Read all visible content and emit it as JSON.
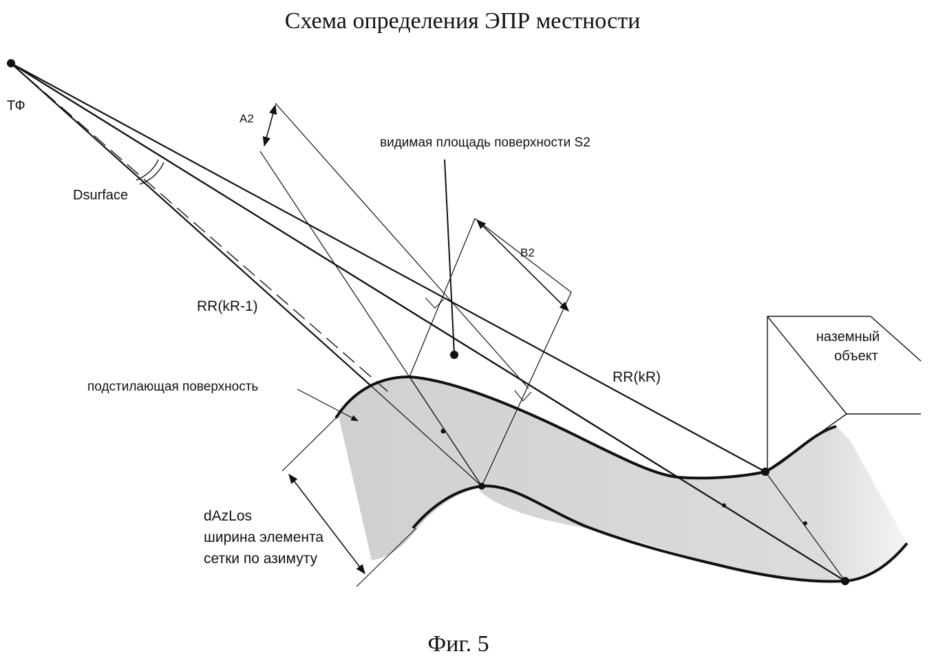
{
  "title": "Схема определения ЭПР местности",
  "caption": "Фиг. 5",
  "labels": {
    "tf": "ТФ",
    "a2": "A2",
    "visible_area": "видимая площадь поверхности S2",
    "dsurface": "Dsurface",
    "b2": "B2",
    "rr_km1": "RR(kR-1)",
    "rr_k": "RR(kR)",
    "ground_object_line1": "наземный",
    "ground_object_line2": "объект",
    "underlying_surface": "подстилающая поверхность",
    "dazlos_line1": "dAzLos",
    "dazlos_line2": "ширина элемента",
    "dazlos_line3": "сетки по азимуту"
  },
  "colors": {
    "ink": "#111111",
    "surface_fill": "#d4d4d4",
    "background": "#ffffff"
  }
}
